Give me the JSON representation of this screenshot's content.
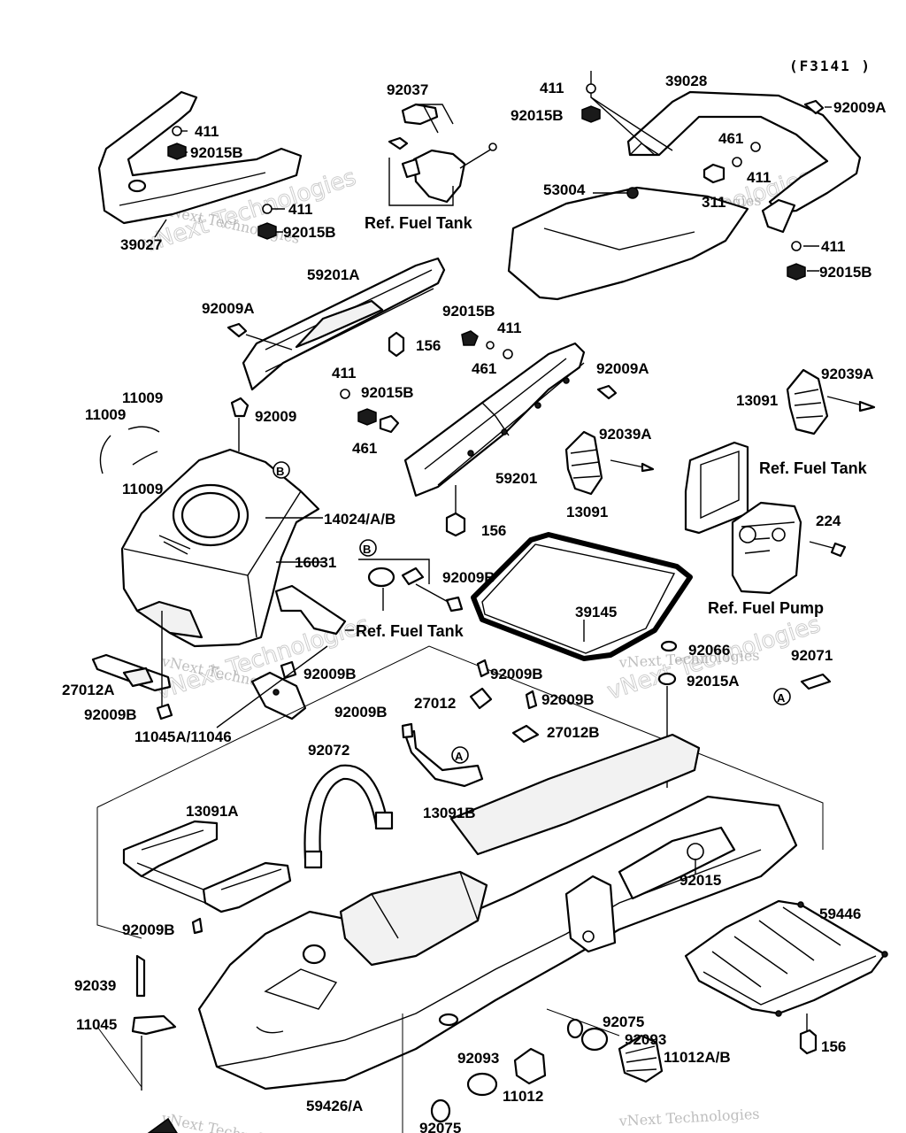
{
  "figure_code": "(F3141 )",
  "watermark": {
    "brand": "vNext Technologies",
    "big": "vNext Technologies"
  },
  "callouts": {
    "a": "A",
    "b": "B"
  },
  "references": {
    "fuel_tank": "Ref. Fuel Tank",
    "fuel_pump": "Ref. Fuel Pump"
  },
  "labels": [
    {
      "key": "p92037",
      "text": "92037"
    },
    {
      "key": "p411_a",
      "text": "411"
    },
    {
      "key": "p39028",
      "text": "39028"
    },
    {
      "key": "p92015b_a",
      "text": "92015B"
    },
    {
      "key": "p92009a_a",
      "text": "92009A"
    },
    {
      "key": "p411_b",
      "text": "411"
    },
    {
      "key": "p92015b_b",
      "text": "92015B"
    },
    {
      "key": "p461_a",
      "text": "461"
    },
    {
      "key": "p411_c",
      "text": "411"
    },
    {
      "key": "p311",
      "text": "311"
    },
    {
      "key": "p53004",
      "text": "53004"
    },
    {
      "key": "p411_d",
      "text": "411"
    },
    {
      "key": "p92015b_c",
      "text": "92015B"
    },
    {
      "key": "p39027",
      "text": "39027"
    },
    {
      "key": "p411_e",
      "text": "411"
    },
    {
      "key": "p92015b_d",
      "text": "92015B"
    },
    {
      "key": "p59201a",
      "text": "59201A"
    },
    {
      "key": "p92009a_b",
      "text": "92009A"
    },
    {
      "key": "p156_a",
      "text": "156"
    },
    {
      "key": "p92015b_e",
      "text": "92015B"
    },
    {
      "key": "p411_f",
      "text": "411"
    },
    {
      "key": "p461_b",
      "text": "461"
    },
    {
      "key": "p92009a_c",
      "text": "92009A"
    },
    {
      "key": "p411_g",
      "text": "411"
    },
    {
      "key": "p92015b_f",
      "text": "92015B"
    },
    {
      "key": "p461_c",
      "text": "461"
    },
    {
      "key": "p92039a_a",
      "text": "92039A"
    },
    {
      "key": "p13091_a",
      "text": "13091"
    },
    {
      "key": "p11009_a",
      "text": "11009"
    },
    {
      "key": "p11009_b",
      "text": "11009"
    },
    {
      "key": "p11009_c",
      "text": "11009"
    },
    {
      "key": "p92009_a",
      "text": "92009"
    },
    {
      "key": "p92039a_b",
      "text": "92039A"
    },
    {
      "key": "p59201",
      "text": "59201"
    },
    {
      "key": "p13091_b",
      "text": "13091"
    },
    {
      "key": "p14024",
      "text": "14024/A/B"
    },
    {
      "key": "p156_b",
      "text": "156"
    },
    {
      "key": "p224",
      "text": "224"
    },
    {
      "key": "p16031",
      "text": "16031"
    },
    {
      "key": "p92009b_a",
      "text": "92009B"
    },
    {
      "key": "p39145",
      "text": "39145"
    },
    {
      "key": "p92066",
      "text": "92066"
    },
    {
      "key": "p92071",
      "text": "92071"
    },
    {
      "key": "p92015a",
      "text": "92015A"
    },
    {
      "key": "p27012a",
      "text": "27012A"
    },
    {
      "key": "p92009b_b",
      "text": "92009B"
    },
    {
      "key": "p92009b_c",
      "text": "92009B"
    },
    {
      "key": "p92009b_d",
      "text": "92009B"
    },
    {
      "key": "p11045a",
      "text": "11045A/11046"
    },
    {
      "key": "p92009b_e",
      "text": "92009B"
    },
    {
      "key": "p27012",
      "text": "27012"
    },
    {
      "key": "p92009b_f",
      "text": "92009B"
    },
    {
      "key": "p27012b",
      "text": "27012B"
    },
    {
      "key": "p92072",
      "text": "92072"
    },
    {
      "key": "p13091b",
      "text": "13091B"
    },
    {
      "key": "p13091a",
      "text": "13091A"
    },
    {
      "key": "p92015",
      "text": "92015"
    },
    {
      "key": "p59446",
      "text": "59446"
    },
    {
      "key": "p92009b_g",
      "text": "92009B"
    },
    {
      "key": "p92039",
      "text": "92039"
    },
    {
      "key": "p11045",
      "text": "11045"
    },
    {
      "key": "p92075_a",
      "text": "92075"
    },
    {
      "key": "p92093_a",
      "text": "92093"
    },
    {
      "key": "p156_c",
      "text": "156"
    },
    {
      "key": "p92093_b",
      "text": "92093"
    },
    {
      "key": "p11012ab",
      "text": "11012A/B"
    },
    {
      "key": "p11012",
      "text": "11012"
    },
    {
      "key": "p59426",
      "text": "59426/A"
    },
    {
      "key": "p92075_b",
      "text": "92075"
    }
  ]
}
